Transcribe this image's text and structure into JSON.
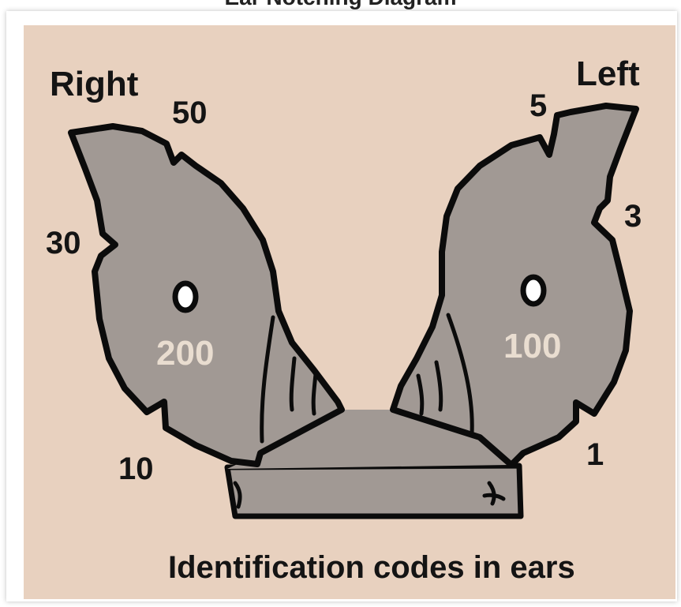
{
  "header": {
    "partial_title": "Ear Notching Diagram"
  },
  "diagram": {
    "background_color": "#e8d1bf",
    "ear_fill": "#a19994",
    "outline_color": "#0b0b0b",
    "ear_labels": {
      "right": "Right",
      "left": "Left"
    },
    "notch_codes": {
      "right_top": "50",
      "right_side": "30",
      "right_bottom": "10",
      "left_top": "5",
      "left_side": "3",
      "left_bottom": "1"
    },
    "hole_codes": {
      "right": "200",
      "left": "100"
    },
    "caption": "Identification codes in ears"
  }
}
